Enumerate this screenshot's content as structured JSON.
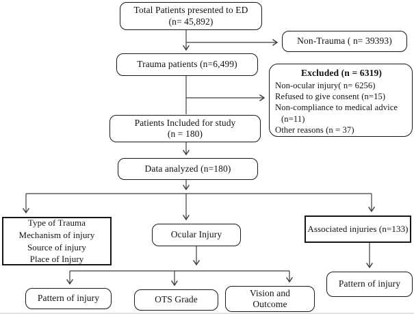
{
  "flowchart": {
    "total_patients": {
      "line1": "Total Patients presented to ED",
      "line2": "(n= 45,892)"
    },
    "non_trauma": {
      "label": "Non-Trauma ( n= 39393)"
    },
    "trauma_patients": {
      "label": "Trauma patients (n=6,499)"
    },
    "excluded": {
      "title": "Excluded (n = 6319)",
      "items": [
        "Non-ocular injury( n= 6256)",
        "Refused to give consent (n=15)",
        "Non-compliance to medical advice (n=11)",
        "Other reasons (n = 37)"
      ]
    },
    "included": {
      "line1": "Patients Included for study",
      "line2": "(n = 180)"
    },
    "data_analyzed": {
      "label": "Data analyzed (n=180)"
    },
    "trauma_characteristics": {
      "lines": [
        "Type of Trauma",
        "Mechanism of injury",
        "Source of injury",
        "Place of Injury"
      ]
    },
    "ocular_injury": {
      "label": "Ocular Injury"
    },
    "associated_injuries": {
      "label": "Associated injuries (n=133)"
    },
    "pattern_of_injury_left": {
      "label": "Pattern of injury"
    },
    "ots_grade": {
      "label": "OTS Grade"
    },
    "vision_outcome": {
      "line1": "Vision and",
      "line2": "Outcome"
    },
    "pattern_of_injury_right": {
      "label": "Pattern of injury"
    }
  },
  "colors": {
    "line": "#3c3c3c",
    "border": "#161616",
    "background": "#ffffff",
    "text": "#111111"
  }
}
